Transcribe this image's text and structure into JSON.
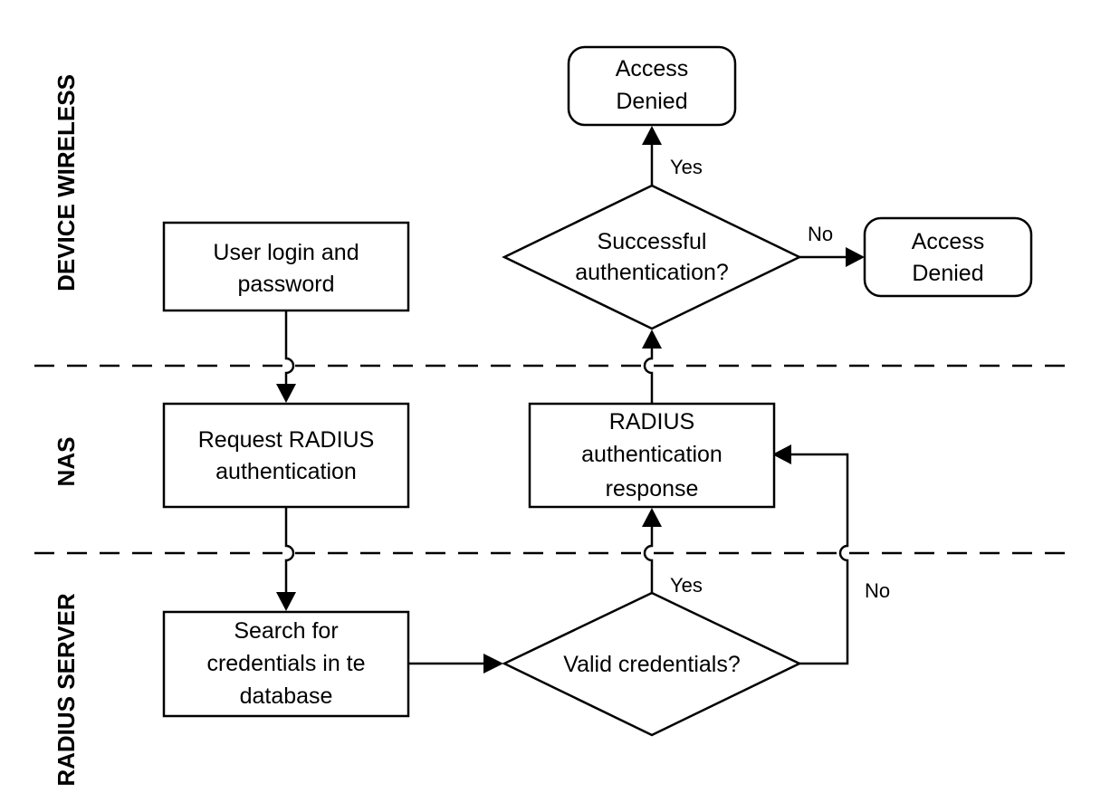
{
  "lanes": {
    "device_wireless": "DEVICE WIRELESS",
    "nas": "NAS",
    "radius_server": "RADIUS SERVER"
  },
  "nodes": {
    "user_login": [
      "User login and",
      "password"
    ],
    "request_radius": [
      "Request RADIUS",
      "authentication"
    ],
    "search_credentials": [
      "Search for",
      "credentials in te",
      "database"
    ],
    "valid_credentials": [
      "Valid credentials?"
    ],
    "radius_response": [
      "RADIUS",
      "authentication",
      "response"
    ],
    "successful_auth": [
      "Successful",
      "authentication?"
    ],
    "access_top": [
      "Access",
      "Denied"
    ],
    "access_right": [
      "Access",
      "Denied"
    ]
  },
  "edges": {
    "valid_yes": "Yes",
    "valid_no": "No",
    "success_yes": "Yes",
    "success_no": "No"
  }
}
